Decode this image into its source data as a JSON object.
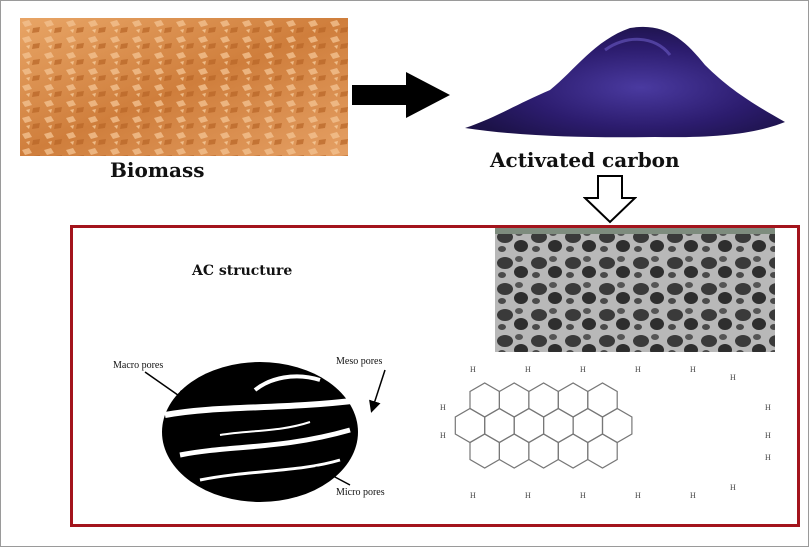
{
  "labels": {
    "biomass": "Biomass",
    "activated_carbon": "Activated carbon",
    "ac_structure": "AC structure",
    "macro_pores": "Macro pores",
    "meso_pores": "Meso pores",
    "micro_pores": "Micro pores",
    "hydrogen": "H"
  },
  "colors": {
    "box_border": "#a3141c",
    "biomass": "#d98a45",
    "carbon": "#2c1c6e",
    "arrow": "#000000"
  }
}
